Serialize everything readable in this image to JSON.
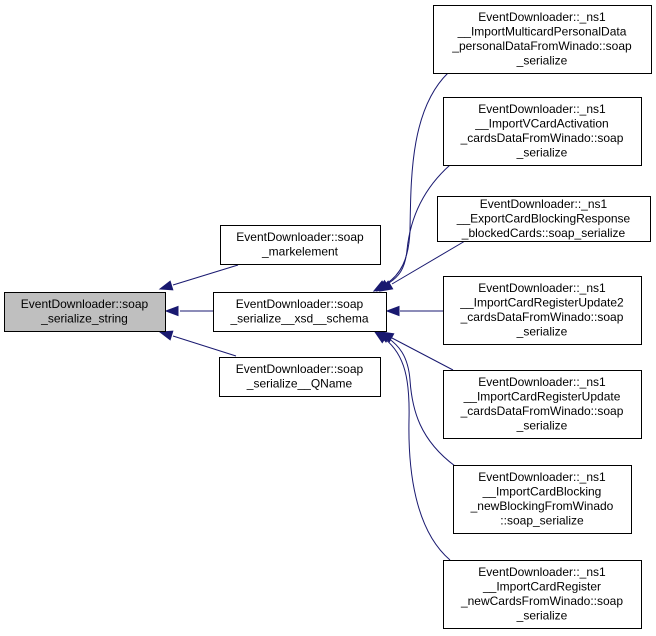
{
  "diagram": {
    "type": "doxygen-caller-graph",
    "colors": {
      "edge": "#191970",
      "root_fill": "#bfbfbf",
      "node_fill": "#ffffff",
      "node_border": "#000000"
    },
    "nodes": [
      {
        "id": "root",
        "lines": [
          "EventDownloader::soap",
          "_serialize_string"
        ],
        "highlighted": true
      },
      {
        "id": "markelement",
        "lines": [
          "EventDownloader::soap",
          "_markelement"
        ]
      },
      {
        "id": "schema",
        "lines": [
          "EventDownloader::soap",
          "_serialize__xsd__schema"
        ]
      },
      {
        "id": "qname",
        "lines": [
          "EventDownloader::soap",
          "_serialize__QName"
        ]
      },
      {
        "id": "n1",
        "lines": [
          "EventDownloader::_ns1",
          "__ImportMulticardPersonalData",
          "_personalDataFromWinado::soap",
          "_serialize"
        ]
      },
      {
        "id": "n2",
        "lines": [
          "EventDownloader::_ns1",
          "__ImportVCardActivation",
          "_cardsDataFromWinado::soap",
          "_serialize"
        ]
      },
      {
        "id": "n3",
        "lines": [
          "EventDownloader::_ns1",
          "__ExportCardBlockingResponse",
          "_blockedCards::soap_serialize"
        ]
      },
      {
        "id": "n4",
        "lines": [
          "EventDownloader::_ns1",
          "__ImportCardRegisterUpdate2",
          "_cardsDataFromWinado::soap",
          "_serialize"
        ]
      },
      {
        "id": "n5",
        "lines": [
          "EventDownloader::_ns1",
          "__ImportCardRegisterUpdate",
          "_cardsDataFromWinado::soap",
          "_serialize"
        ]
      },
      {
        "id": "n6",
        "lines": [
          "EventDownloader::_ns1",
          "__ImportCardBlocking",
          "_newBlockingFromWinado",
          "::soap_serialize"
        ]
      },
      {
        "id": "n7",
        "lines": [
          "EventDownloader::_ns1",
          "__ImportCardRegister",
          "_newCardsFromWinado::soap",
          "_serialize"
        ]
      }
    ],
    "edges": [
      {
        "from": "markelement",
        "to": "root"
      },
      {
        "from": "schema",
        "to": "root"
      },
      {
        "from": "qname",
        "to": "root"
      },
      {
        "from": "n1",
        "to": "schema"
      },
      {
        "from": "n2",
        "to": "schema"
      },
      {
        "from": "n3",
        "to": "schema"
      },
      {
        "from": "n4",
        "to": "schema"
      },
      {
        "from": "n5",
        "to": "schema"
      },
      {
        "from": "n6",
        "to": "schema"
      },
      {
        "from": "n7",
        "to": "schema"
      }
    ]
  }
}
